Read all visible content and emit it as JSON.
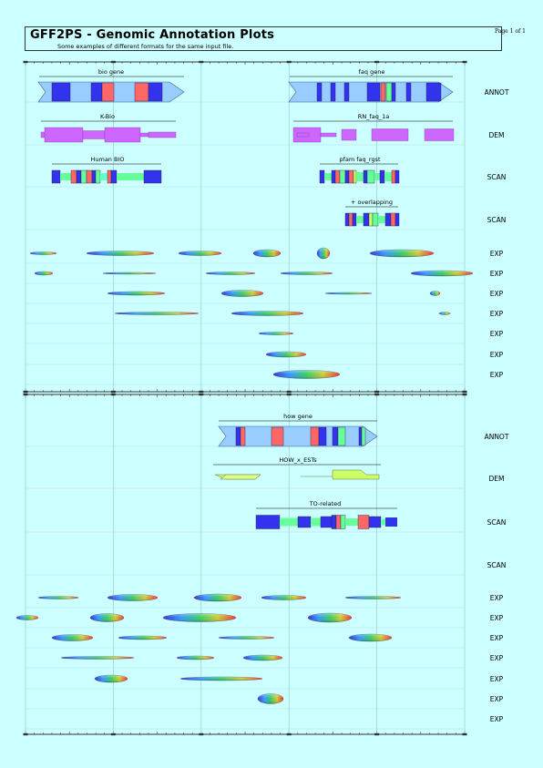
{
  "header": {
    "title": "GFF2PS - Genomic Annotation Plots",
    "subtitle": "Some examples of different formats for the same input file.",
    "page": "Page 1 of 1"
  },
  "panels": [
    {
      "tracks": [
        {
          "label": "ANNOT",
          "features": [
            {
              "label": "bio gene",
              "kind": "gene"
            },
            {
              "label": "faq gene",
              "kind": "gene"
            }
          ]
        },
        {
          "label": "DEM",
          "features": [
            {
              "label": "K-Bio",
              "kind": "block"
            },
            {
              "label": "RN_faq_1a",
              "kind": "block"
            }
          ]
        },
        {
          "label": "SCAN",
          "features": [
            {
              "label": "Human BIO",
              "kind": "exons"
            },
            {
              "label": "pfam faq_rgst",
              "kind": "exons"
            }
          ]
        },
        {
          "label": "SCAN",
          "features": [
            {
              "label": "+ overlapping",
              "kind": "exons"
            }
          ]
        },
        {
          "label": "EXP"
        },
        {
          "label": "EXP"
        },
        {
          "label": "EXP"
        },
        {
          "label": "EXP"
        },
        {
          "label": "EXP"
        },
        {
          "label": "EXP"
        },
        {
          "label": "EXP"
        }
      ]
    },
    {
      "tracks": [
        {
          "label": "ANNOT",
          "features": [
            {
              "label": "how gene",
              "kind": "gene"
            }
          ]
        },
        {
          "label": "DEM",
          "features": [
            {
              "label": "HOW_x_ESTs",
              "kind": "block"
            }
          ]
        },
        {
          "label": "SCAN",
          "features": [
            {
              "label": "TO-related",
              "kind": "exons"
            }
          ]
        },
        {
          "label": "SCAN"
        },
        {
          "label": "EXP"
        },
        {
          "label": "EXP"
        },
        {
          "label": "EXP"
        },
        {
          "label": "EXP"
        },
        {
          "label": "EXP"
        },
        {
          "label": "EXP"
        },
        {
          "label": "EXP"
        }
      ]
    }
  ],
  "colors": {
    "background": "#ccffff",
    "arrow": "#99ccff",
    "exon_blue": "#3333ee",
    "exon_red": "#ff6666",
    "exon_green": "#66ff99",
    "dem_purple": "#cc66ff",
    "dem_lime": "#ccff66",
    "grid": "#99cccc"
  }
}
